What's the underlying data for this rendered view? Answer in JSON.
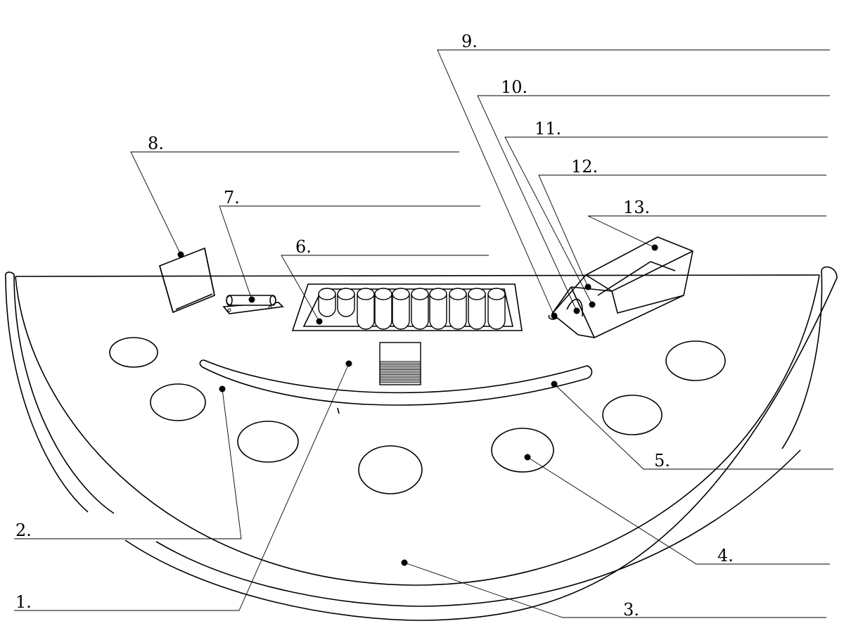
{
  "labels": [
    {
      "id": "1",
      "text": "1."
    },
    {
      "id": "2",
      "text": "2."
    },
    {
      "id": "3",
      "text": "3."
    },
    {
      "id": "4",
      "text": "4."
    },
    {
      "id": "5",
      "text": "5."
    },
    {
      "id": "6",
      "text": "6."
    },
    {
      "id": "7",
      "text": "7."
    },
    {
      "id": "8",
      "text": "8."
    },
    {
      "id": "9",
      "text": "9."
    },
    {
      "id": "10",
      "text": "10."
    },
    {
      "id": "11",
      "text": "11."
    },
    {
      "id": "12",
      "text": "12."
    },
    {
      "id": "13",
      "text": "13."
    }
  ],
  "colors": {
    "line": "#000000",
    "background": "#ffffff"
  }
}
